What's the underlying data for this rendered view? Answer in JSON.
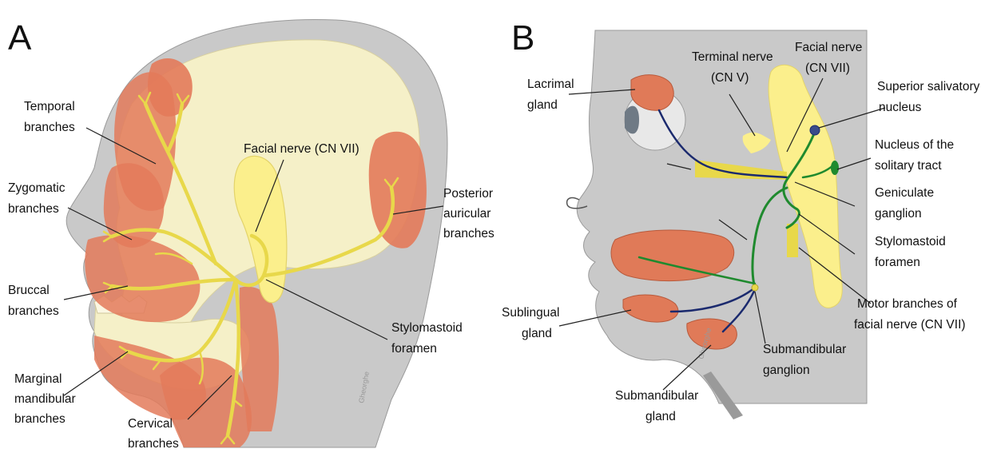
{
  "panels": {
    "a": {
      "letter": "A",
      "labels": {
        "temporal": [
          "Temporal",
          "branches"
        ],
        "zygomatic": [
          "Zygomatic",
          "branches"
        ],
        "buccal": [
          "Bruccal",
          "branches"
        ],
        "marginal": [
          "Marginal",
          "mandibular",
          "branches"
        ],
        "cervical": [
          "Cervical",
          "branches"
        ],
        "facial_nerve": [
          "Facial nerve (CN VII)"
        ],
        "posterior_auricular": [
          "Posterior",
          "auricular",
          "branches"
        ],
        "stylomastoid": [
          "Stylomastoid",
          "foramen"
        ]
      }
    },
    "b": {
      "letter": "B",
      "labels": {
        "lacrimal": [
          "Lacrimal",
          "gland"
        ],
        "terminal_nerve": [
          "Terminal nerve",
          "(CN V)"
        ],
        "facial_nerve": [
          "Facial nerve",
          "(CN VII)"
        ],
        "superior_salivatory": [
          "Superior salivatory",
          "nucleus"
        ],
        "solitary_tract": [
          "Nucleus of the",
          "solitary tract"
        ],
        "geniculate": [
          "Geniculate",
          "ganglion"
        ],
        "stylomastoid": [
          "Stylomastoid",
          "foramen"
        ],
        "motor_branches": [
          "Motor branches of",
          "facial nerve (CN VII)"
        ],
        "sublingual": [
          "Sublingual",
          "gland"
        ],
        "submandibular_ganglion": [
          "Submandibular",
          "ganglion"
        ],
        "submandibular_gland": [
          "Submandibular",
          "gland"
        ]
      }
    }
  },
  "colors": {
    "skin": "#c9c9c9",
    "skin_dark": "#a9a9a9",
    "skull": "#f5f0c8",
    "muscle": "#e37a5a",
    "nerve": "#e8d84a",
    "nerve_pale": "#fbef8c",
    "gland": "#e07a58",
    "parasympathetic": "#1f8a2e",
    "postganglionic": "#1b2a6e"
  }
}
